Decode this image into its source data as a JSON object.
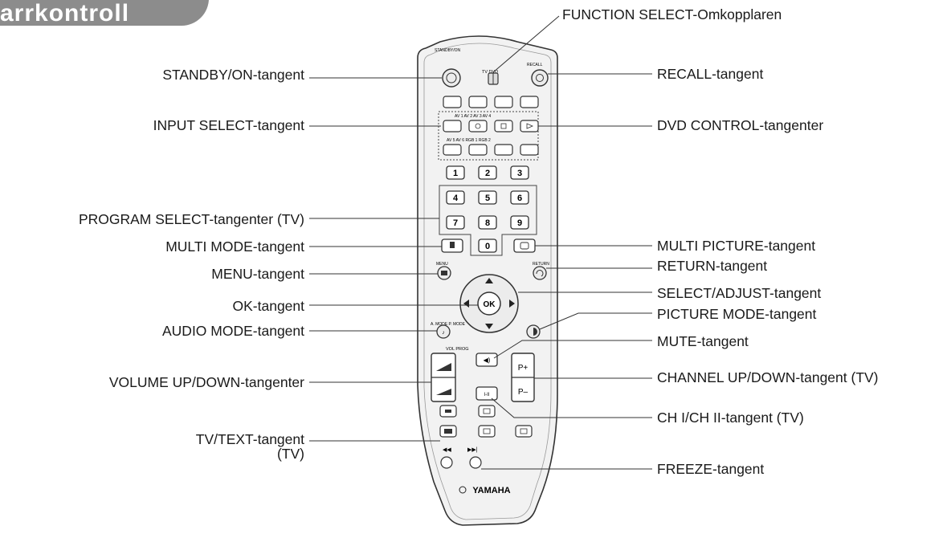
{
  "header": {
    "tab_text": "arrkontroll"
  },
  "remote": {
    "brand": "YAMAHA",
    "standby_label": "STANDBY/ON",
    "function_label": "TV DVD",
    "recall_label": "RECALL",
    "input_row1": "AV 1  AV 2  AV 3  AV 4",
    "input_row2": "AV 5    AV 6  RGB 1  RGB 2",
    "menu_label": "MENU",
    "return_label": "RETURN",
    "vol_prog_label": "VOL  PROG",
    "a_mode_label": "A. MODE  P. MODE",
    "ok": "OK",
    "ch_label": "I-II",
    "p_plus": "P+",
    "p_minus": "P–",
    "keys": [
      "1",
      "2",
      "3",
      "4",
      "5",
      "6",
      "7",
      "8",
      "9",
      "0"
    ]
  },
  "labels": {
    "left": [
      {
        "id": "standby",
        "text": "STANDBY/ON-tangent"
      },
      {
        "id": "input",
        "text": "INPUT SELECT-tangent"
      },
      {
        "id": "program",
        "text": "PROGRAM SELECT-tangenter (TV)"
      },
      {
        "id": "multimode",
        "text": "MULTI MODE-tangent"
      },
      {
        "id": "menu",
        "text": "MENU-tangent"
      },
      {
        "id": "ok",
        "text": "OK-tangent"
      },
      {
        "id": "audio",
        "text": "AUDIO MODE-tangent"
      },
      {
        "id": "volume",
        "text": "VOLUME UP/DOWN-tangenter"
      },
      {
        "id": "tvtext",
        "text": "TV/TEXT-tangent",
        "text2": "(TV)"
      }
    ],
    "right": [
      {
        "id": "function",
        "text": "FUNCTION SELECT-Omkopplaren"
      },
      {
        "id": "recall",
        "text": "RECALL-tangent"
      },
      {
        "id": "dvd",
        "text": "DVD CONTROL-tangenter"
      },
      {
        "id": "multipicture",
        "text": "MULTI PICTURE-tangent"
      },
      {
        "id": "return",
        "text": "RETURN-tangent"
      },
      {
        "id": "select",
        "text": "SELECT/ADJUST-tangent"
      },
      {
        "id": "picture",
        "text": "PICTURE MODE-tangent"
      },
      {
        "id": "mute",
        "text": "MUTE-tangent"
      },
      {
        "id": "channel",
        "text": "CHANNEL UP/DOWN-tangent (TV)"
      },
      {
        "id": "chI",
        "text": "CH I/CH II-tangent (TV)"
      },
      {
        "id": "freeze",
        "text": "FREEZE-tangent"
      }
    ]
  },
  "colors": {
    "remote_body": "#f2f2f2",
    "outline": "#333333",
    "header": "#8c8c8c"
  }
}
